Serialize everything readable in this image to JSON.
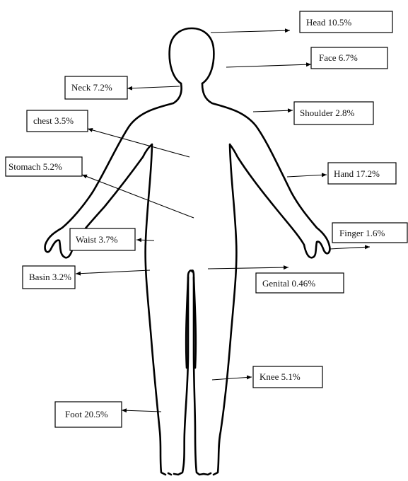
{
  "labels": [
    {
      "id": "head",
      "text": "Head 10.5%"
    },
    {
      "id": "face",
      "text": "Face 6.7%"
    },
    {
      "id": "neck",
      "text": "Neck 7.2%"
    },
    {
      "id": "shoulder",
      "text": "Shoulder 2.8%"
    },
    {
      "id": "chest",
      "text": "chest 3.5%"
    },
    {
      "id": "stomach",
      "text": "Stomach 5.2%"
    },
    {
      "id": "hand",
      "text": "Hand 17.2%"
    },
    {
      "id": "finger",
      "text": "Finger 1.6%"
    },
    {
      "id": "waist",
      "text": "Waist 3.7%"
    },
    {
      "id": "basin",
      "text": "Basin 3.2%"
    },
    {
      "id": "genital",
      "text": "Genital 0.46%"
    },
    {
      "id": "knee",
      "text": "Knee 5.1%"
    },
    {
      "id": "foot",
      "text": "Foot 20.5%"
    }
  ]
}
